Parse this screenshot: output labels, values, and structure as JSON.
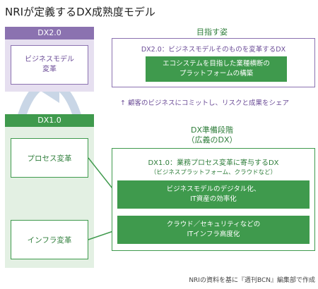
{
  "title": "NRIが定義するDX成熟度モデル",
  "left": {
    "dx2": {
      "label": "DX2.0",
      "box_line1": "ビジネスモデル",
      "box_line2": "変革"
    },
    "dx1": {
      "label": "DX1.0",
      "process": "プロセス変革",
      "infra": "インフラ変革"
    }
  },
  "right": {
    "goal": {
      "label": "目指す姿",
      "heading": "DX2.0：ビジネスモデルそのものを変革するDX",
      "bar_line1": "エコシステムを目指した業種横断の",
      "bar_line2": "プラットフォームの構築"
    },
    "arrow_note": "↑ 顧客のビジネスにコミットし、リスクと成果をシェア",
    "stage": {
      "label_line1": "DX準備段階",
      "label_line2": "（広義のDX）",
      "heading": "DX1.0：業務プロセス変革に寄与するDX",
      "subheading": "（ビジネスプラットフォーム、クラウドなど）",
      "bar1_line1": "ビジネスモデルのデジタル化、",
      "bar1_line2": "IT資産の効率化",
      "bar2_line1": "クラウド／セキュリティなどの",
      "bar2_line2": "ITインフラ高度化"
    }
  },
  "source": "NRIの資料を基に『週刊BCN』編集部で作成",
  "colors": {
    "purple": "#8b72b0",
    "green": "#3f9a4d",
    "cycle": "#c9d6e6"
  }
}
